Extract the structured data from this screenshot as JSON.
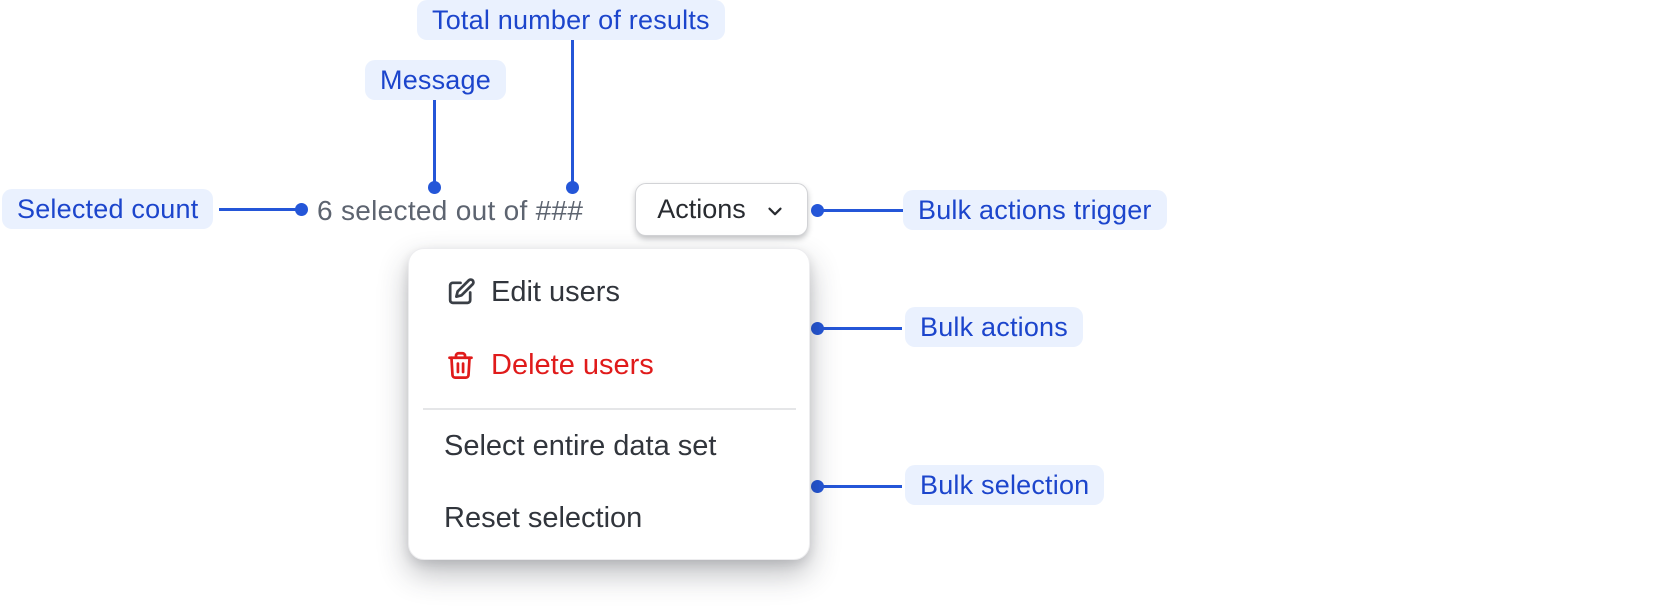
{
  "annotations": {
    "total_results": {
      "label": "Total number of results"
    },
    "message": {
      "label": "Message"
    },
    "selected_count": {
      "label": "Selected count"
    },
    "bulk_actions_trigger": {
      "label": "Bulk actions trigger"
    },
    "bulk_actions": {
      "label": "Bulk actions"
    },
    "bulk_selection": {
      "label": "Bulk selection"
    }
  },
  "component": {
    "message_text": "6 selected out of ###",
    "selected_count": "6",
    "total_placeholder": "###",
    "trigger": {
      "label": "Actions",
      "icon": "chevron-down-icon"
    },
    "menu": {
      "actions": [
        {
          "label": "Edit users",
          "icon": "edit-icon",
          "variant": "default"
        },
        {
          "label": "Delete users",
          "icon": "trash-icon",
          "variant": "destructive"
        }
      ],
      "selection": [
        {
          "label": "Select entire data set"
        },
        {
          "label": "Reset selection"
        }
      ]
    }
  },
  "colors": {
    "annotation_bg": "#eaf1fe",
    "annotation_text": "#1c45cc",
    "connector": "#2456d8",
    "message_text": "#5d6470",
    "menu_text": "#31353c",
    "destructive": "#e01b1b",
    "button_text": "#282b30"
  }
}
